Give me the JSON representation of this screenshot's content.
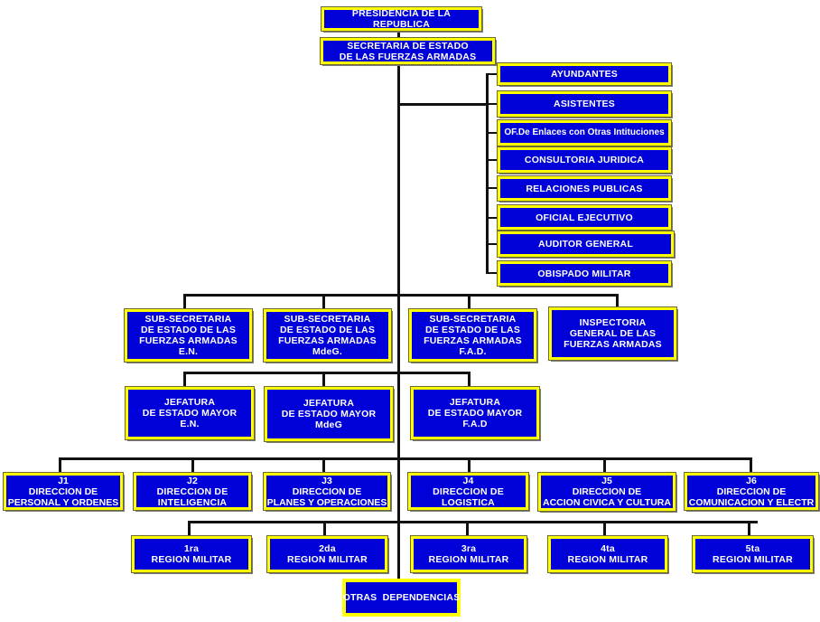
{
  "colors": {
    "box_fill": "#0000d8",
    "box_border": "#ffff00",
    "text": "#ffffff",
    "connector": "#111111"
  },
  "chart_data": {
    "type": "org-chart",
    "title": "",
    "nodes": {
      "presidencia": "PRESIDENCIA DE LA REPUBLICA",
      "secretaria": "SECRETARIA DE ESTADO\nDE LAS FUERZAS ARMADAS",
      "staff": [
        "AYUNDANTES",
        "ASISTENTES",
        "OF.De Enlaces con Otras Intituciones",
        "CONSULTORIA JURIDICA",
        "RELACIONES PUBLICAS",
        "OFICIAL EJECUTIVO",
        "AUDITOR GENERAL",
        "OBISPADO MILITAR"
      ],
      "subsecretarias": [
        "SUB-SECRETARIA\nDE ESTADO DE LAS\nFUERZAS ARMADAS\nE.N.",
        "SUB-SECRETARIA\nDE ESTADO DE LAS\nFUERZAS ARMADAS\nMdeG.",
        "SUB-SECRETARIA\nDE ESTADO DE LAS\nFUERZAS ARMADAS\nF.A.D.",
        "INSPECTORIA\nGENERAL DE LAS\nFUERZAS ARMADAS"
      ],
      "jefaturas": [
        "JEFATURA\nDE ESTADO MAYOR\nE.N.",
        "JEFATURA\nDE ESTADO MAYOR\nMdeG",
        "JEFATURA\nDE ESTADO MAYOR\nF.A.D"
      ],
      "direcciones": [
        "J1\nDIRECCION DE\nPERSONAL Y ORDENES",
        "J2\nDIRECCION DE\nINTELIGENCIA",
        "J3\nDIRECCION DE\nPLANES Y OPERACIONES",
        "J4\nDIRECCION DE\nLOGISTICA",
        "J5\nDIRECCION DE\nACCION CIVICA Y CULTURA",
        "J6\nDIRECCION DE\nCOMUNICACION Y ELECTR"
      ],
      "regiones": [
        "1ra\nREGION MILITAR",
        "2da\nREGION MILITAR",
        "3ra\nREGION MILITAR",
        "4ta\nREGION MILITAR",
        "5ta\nREGION MILITAR"
      ],
      "otras": "OTRAS  DEPENDENCIAS"
    }
  }
}
